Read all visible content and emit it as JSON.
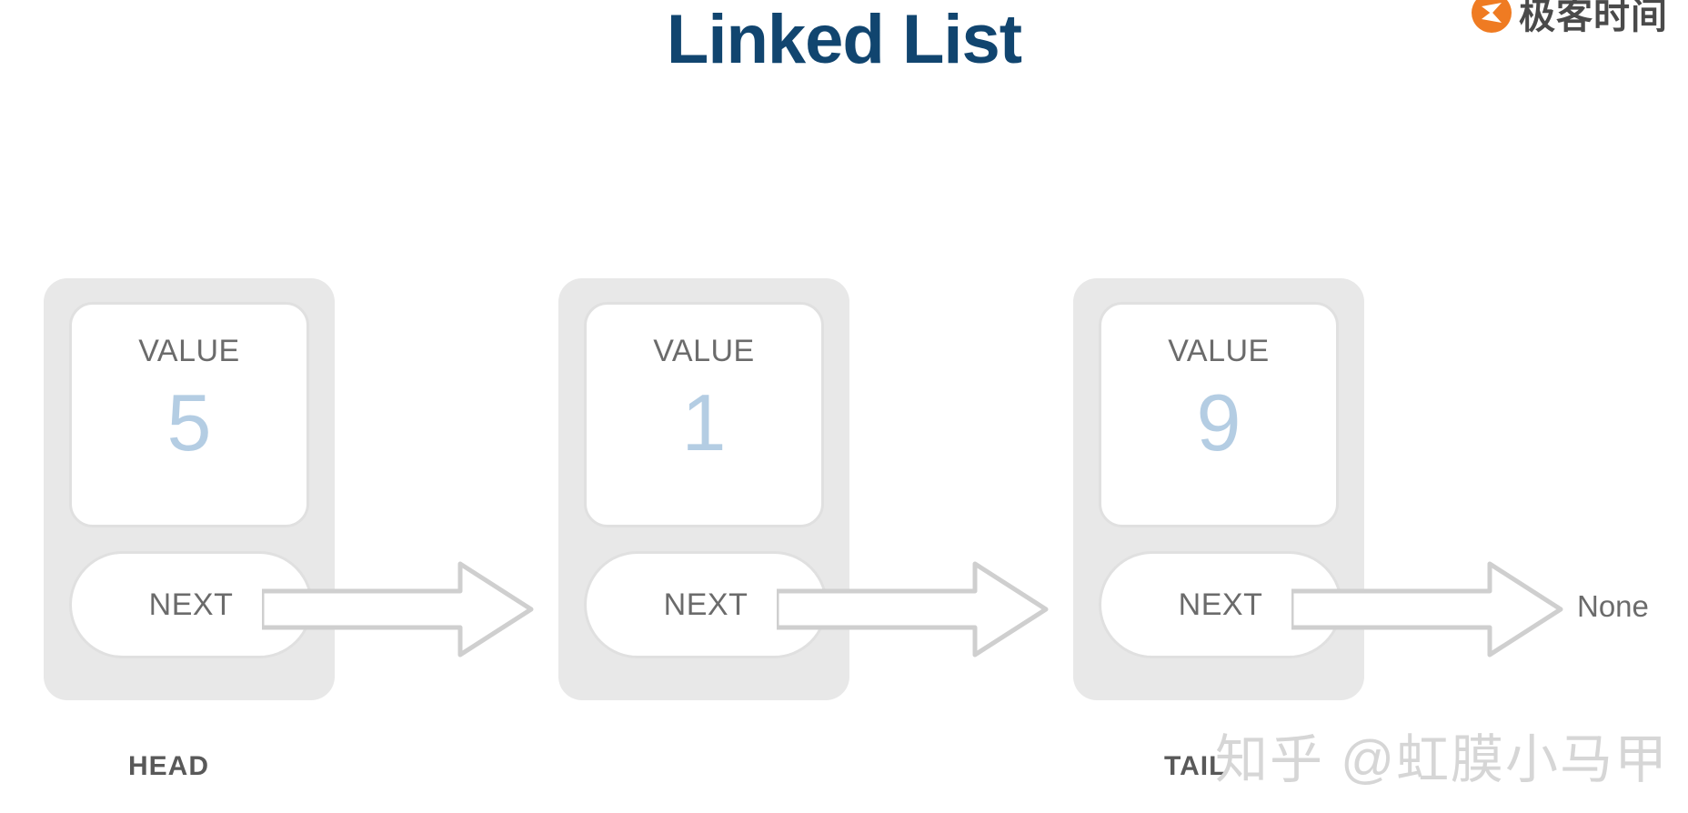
{
  "slide": {
    "title": "Linked List",
    "background_color": "#ffffff",
    "title_color": "#11456f"
  },
  "brand": {
    "logo_icon": "orange-circle-logo-icon",
    "logo_color": "#ef7b22",
    "text": "极客时间"
  },
  "diagram": {
    "type": "linked-list",
    "value_label": "VALUE",
    "next_label": "NEXT",
    "terminator": "None",
    "node_fill": "#e8e8e8",
    "card_fill": "#ffffff",
    "card_border": "#e0e0e0",
    "value_text_color": "#b4cde3",
    "label_text_color": "#6b6b6b",
    "arrow_color": "#cfcfcf",
    "nodes": [
      {
        "value": "5",
        "value_label": "VALUE",
        "next_label": "NEXT",
        "pointer": "HEAD"
      },
      {
        "value": "1",
        "value_label": "VALUE",
        "next_label": "NEXT",
        "pointer": ""
      },
      {
        "value": "9",
        "value_label": "VALUE",
        "next_label": "NEXT",
        "pointer": "TAIL"
      }
    ],
    "pointers": {
      "head": "HEAD",
      "tail": "TAIL"
    }
  },
  "watermark": {
    "text": "知乎 @虹膜小马甲",
    "color": "#d6d6d6"
  }
}
